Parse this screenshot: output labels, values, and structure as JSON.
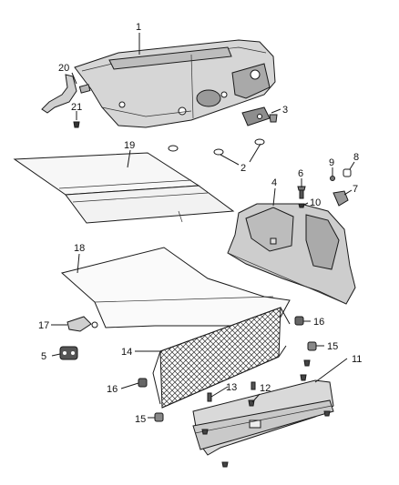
{
  "callouts": {
    "c1": "1",
    "c2": "2",
    "c3": "3",
    "c4": "4",
    "c5": "5",
    "c6": "6",
    "c7": "7",
    "c8": "8",
    "c9": "9",
    "c10": "10",
    "c11": "11",
    "c12": "12",
    "c13": "13",
    "c14": "14",
    "c15a": "15",
    "c15b": "15",
    "c16a": "16",
    "c16b": "16",
    "c17": "17",
    "c18": "18",
    "c19": "19",
    "c20": "20",
    "c21": "21"
  }
}
